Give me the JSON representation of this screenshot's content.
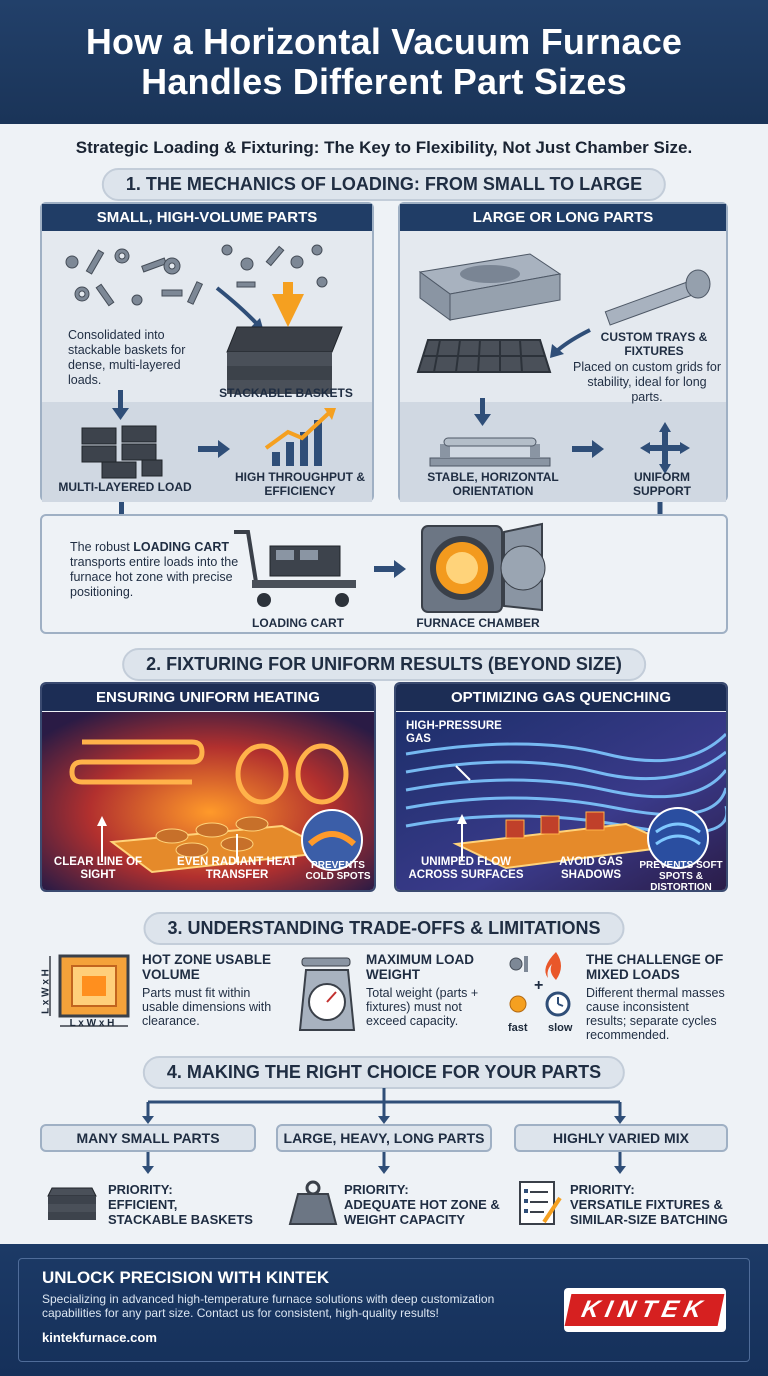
{
  "header": {
    "title_line1": "How a Horizontal Vacuum Furnace",
    "title_line2": "Handles Different Part Sizes"
  },
  "subtitle": "Strategic Loading & Fixturing: The Key to Flexibility, Not Just Chamber Size.",
  "section1": {
    "title": "1. The Mechanics of Loading: From Small to Large",
    "small": {
      "head": "Small, High-Volume Parts",
      "desc": "Consolidated into stackable baskets for dense, multi-layered loads.",
      "label_baskets": "Stackable Baskets",
      "label_multilayer": "Multi-Layered Load",
      "label_throughput": "High Throughput & Efficiency"
    },
    "large": {
      "head": "Large or Long Parts",
      "custom_title": "Custom Trays & Fixtures",
      "custom_desc": "Placed on custom grids for stability, ideal for long parts.",
      "label_orientation": "Stable, Horizontal Orientation",
      "label_support": "Uniform Support"
    },
    "cart": {
      "desc_pre": "The robust ",
      "desc_bold": "LOADING CART",
      "desc_post": " transports entire loads into the furnace hot zone with precise positioning.",
      "label_cart": "Loading Cart",
      "label_chamber": "Furnace Chamber"
    }
  },
  "section2": {
    "title": "2. Fixturing for Uniform Results (Beyond Size)",
    "heating": {
      "head": "Ensuring Uniform Heating",
      "label1": "Clear Line of Sight",
      "label2": "Even Radiant Heat Transfer",
      "label3": "Prevents Cold Spots"
    },
    "quench": {
      "head": "Optimizing Gas Quenching",
      "label_gas": "High-Pressure Gas",
      "label1": "Unimped Flow Across Surfaces",
      "label2": "Avoid Gas Shadows",
      "label3": "Prevents Soft Spots & Distortion"
    }
  },
  "section3": {
    "title": "3. Understanding Trade-Offs & Limitations",
    "volume": {
      "title": "Hot Zone Usable Volume",
      "text": "Parts must fit within usable dimensions with clearance.",
      "dim_bottom": "L x W x H",
      "dim_side": "L x W x H"
    },
    "weight": {
      "title": "Maximum Load Weight",
      "text": "Total weight (parts + fixtures) must not exceed capacity."
    },
    "mixed": {
      "title": "The Challenge of Mixed Loads",
      "text": "Different thermal masses cause inconsistent results; separate cycles recommended.",
      "fast": "fast",
      "slow": "slow"
    }
  },
  "section4": {
    "title": "4. Making the Right Choice for Your Parts",
    "choices": [
      {
        "label": "Many Small Parts",
        "prio_label": "Priority:",
        "prio_text": "Efficient, Stackable Baskets"
      },
      {
        "label": "Large, Heavy, Long Parts",
        "prio_label": "Priority:",
        "prio_text": "Adequate Hot Zone & Weight Capacity"
      },
      {
        "label": "Highly Varied Mix",
        "prio_label": "Priority:",
        "prio_text": "Versatile Fixtures & Similar-Size Batching"
      }
    ]
  },
  "footer": {
    "title": "Unlock Precision with KINTEK",
    "text": "Specializing in advanced high-temperature furnace solutions with deep customization capabilities for any part size. Contact us for consistent, high-quality results!",
    "url": "kintekfurnace.com",
    "brand": "KINTEK"
  },
  "colors": {
    "navy": "#203d66",
    "accent_orange": "#f5a020",
    "brand_red": "#d62020"
  }
}
